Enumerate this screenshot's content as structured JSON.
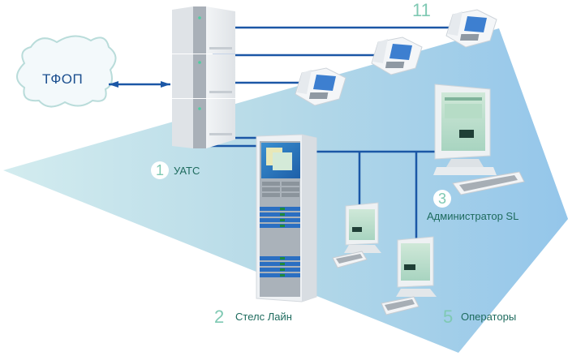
{
  "diagram": {
    "cloud": {
      "label": "ТФОП"
    },
    "nodes": [
      {
        "id": "pbx",
        "number": "1",
        "label": "УАТС"
      },
      {
        "id": "server",
        "number": "2",
        "label": "Стелс Лайн"
      },
      {
        "id": "admin",
        "number": "3",
        "label": "Администратор SL"
      },
      {
        "id": "operators",
        "number": "5",
        "label": "Операторы"
      },
      {
        "id": "phones",
        "number": "11",
        "label": ""
      }
    ],
    "colors": {
      "connection_line": "#1b57a6",
      "label_text": "#1e6b5e",
      "number_text": "#7fc9b3",
      "cloud_text": "#1b4f8f",
      "background_plane_light": "#cfe8ee",
      "background_plane_dark": "#9ecbe8"
    }
  }
}
